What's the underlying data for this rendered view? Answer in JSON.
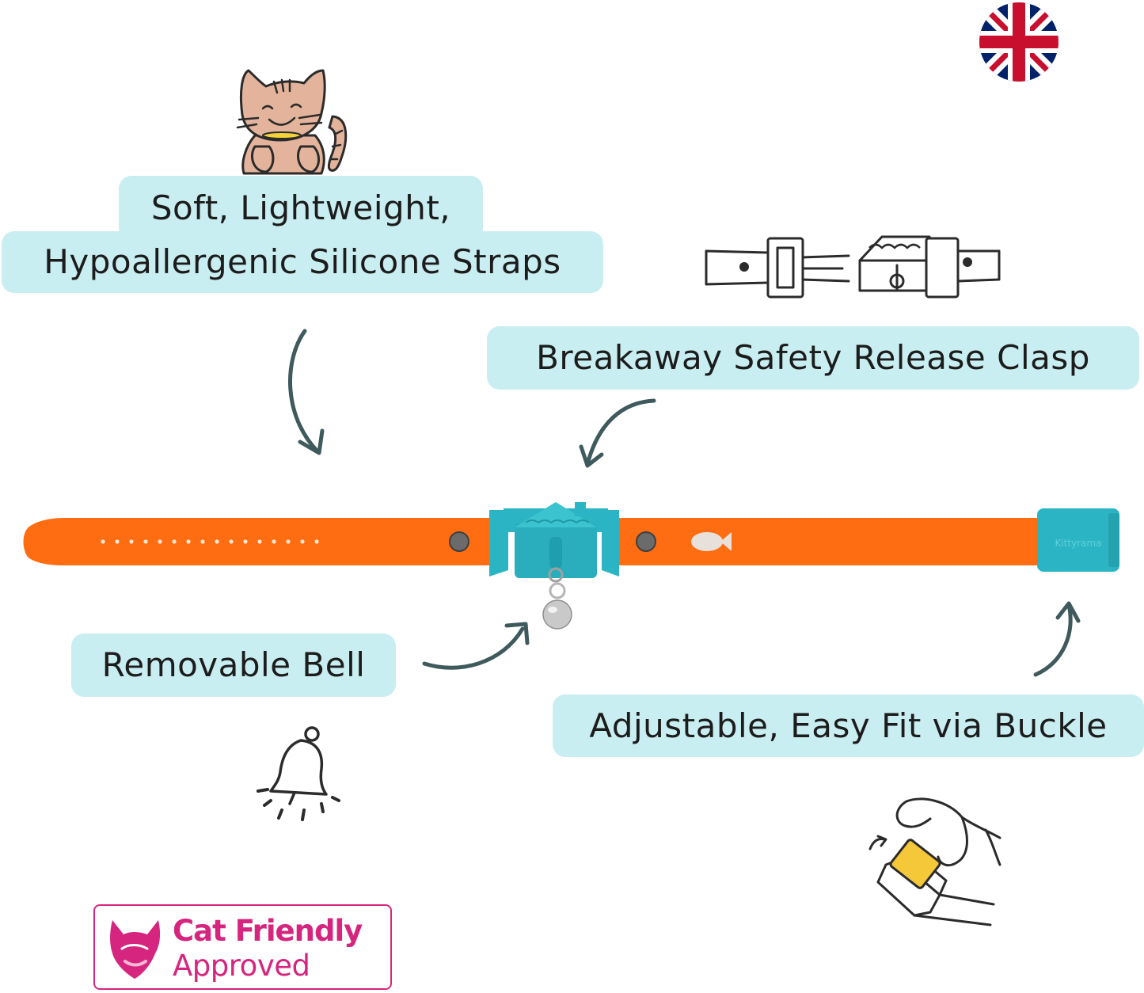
{
  "labels": {
    "straps_line1": "Soft, Lightweight,",
    "straps_line2": "Hypoallergenic Silicone Straps",
    "clasp": "Breakaway Safety Release Clasp",
    "bell": "Removable Bell",
    "buckle": "Adjustable, Easy Fit via Buckle"
  },
  "collar": {
    "brand": "Kittyrama"
  },
  "badge": {
    "line1": "Cat Friendly",
    "line2": "Approved"
  },
  "icons": {
    "flag": "uk-flag-icon",
    "cat": "cat-illustration-icon",
    "clasp": "clasp-illustration-icon",
    "bell": "bell-icon",
    "hand": "hand-buckle-icon",
    "badge": "cat-friendly-logo-icon"
  },
  "colors": {
    "label_bg": "#c9eef2",
    "strap": "#ff6d12",
    "buckle": "#2bb5c4",
    "arrow": "#3f5a5c",
    "badge": "#d5257f"
  }
}
